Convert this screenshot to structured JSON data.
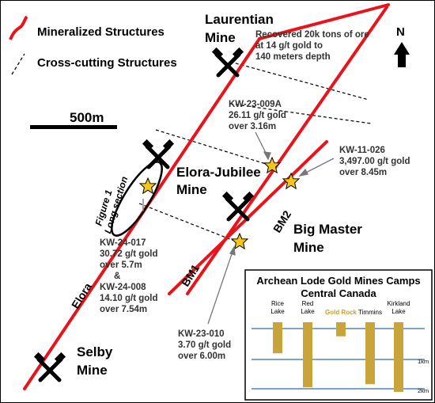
{
  "legend": {
    "mineralized": "Mineralized Structures",
    "crosscutting": "Cross-cutting Structures"
  },
  "north_label": "N",
  "scale_label": "500m",
  "mines": {
    "laurentian": [
      "Laurentian",
      "Mine"
    ],
    "elora_jubilee": [
      "Elora-Jubilee",
      "Mine"
    ],
    "big_master": [
      "Big Master",
      "Mine"
    ],
    "selby": [
      "Selby",
      "Mine"
    ]
  },
  "laurentian_note": [
    "Recovered 20k tons of ore",
    "at 14 g/t gold to",
    "140 meters depth"
  ],
  "structures": {
    "elora": "Elora",
    "bm1": "BM1",
    "bm2": "BM2"
  },
  "figure_label": [
    "Figure 1",
    "Long section"
  ],
  "drill_results": {
    "kw23_009a": [
      "KW-23-009A",
      "26.11 g/t gold",
      "over 3.16m"
    ],
    "kw11_026": [
      "KW-11-026",
      "3,497.00 g/t gold",
      "over 8.45m"
    ],
    "kw24_017": [
      "KW-24-017",
      "30.72 g/t gold",
      "over 5.7m",
      "&",
      "KW-24-008",
      "14.10 g/t gold",
      "over 7.54m"
    ],
    "kw23_010": [
      "KW-23-010",
      "3.70 g/t gold",
      "over 6.00m"
    ]
  },
  "inset": {
    "title": [
      "Archean Lode Gold Mines Camps",
      "Central Canada"
    ],
    "camps": [
      {
        "name": [
          "Rice",
          "Lake"
        ],
        "depth_km": 0.8,
        "highlight": false
      },
      {
        "name": [
          "Red",
          "Lake"
        ],
        "depth_km": 1.9,
        "highlight": false
      },
      {
        "name": [
          "Gold Rock"
        ],
        "depth_km": 0.25,
        "highlight": true
      },
      {
        "name": [
          "Timmins"
        ],
        "depth_km": 1.8,
        "highlight": false
      },
      {
        "name": [
          "Kirkland",
          "Lake"
        ],
        "depth_km": 2.05,
        "highlight": false
      }
    ],
    "depth_labels": [
      "1km",
      "2km"
    ]
  },
  "colors": {
    "structure_red": "#e8141b",
    "star_fill": "#f5c518",
    "camp_bar": "#c9a43a",
    "gold_rock_text": "#c9a12e",
    "depth_line": "#2f6f9f"
  }
}
